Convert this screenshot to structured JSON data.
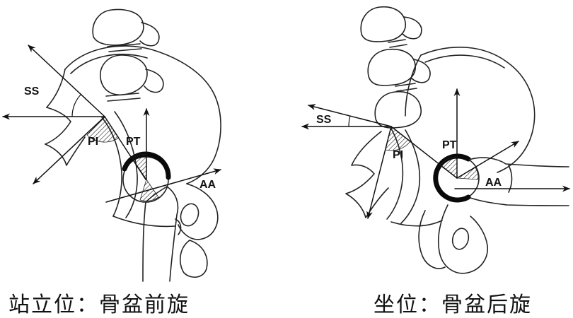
{
  "page": {
    "background": "#ffffff",
    "ink_color": "#111111",
    "bone_line_color": "#222222"
  },
  "left_figure": {
    "name": "standing-pelvis-diagram",
    "labels": {
      "ss": "SS",
      "pi": "PI",
      "pt": "PT",
      "aa": "AA"
    },
    "caption": "站立位：骨盆前旋"
  },
  "right_figure": {
    "name": "sitting-pelvis-diagram",
    "labels": {
      "ss": "SS",
      "pi": "PI",
      "pt": "PT",
      "aa": "AA"
    },
    "caption": "坐位：骨盆后旋"
  }
}
